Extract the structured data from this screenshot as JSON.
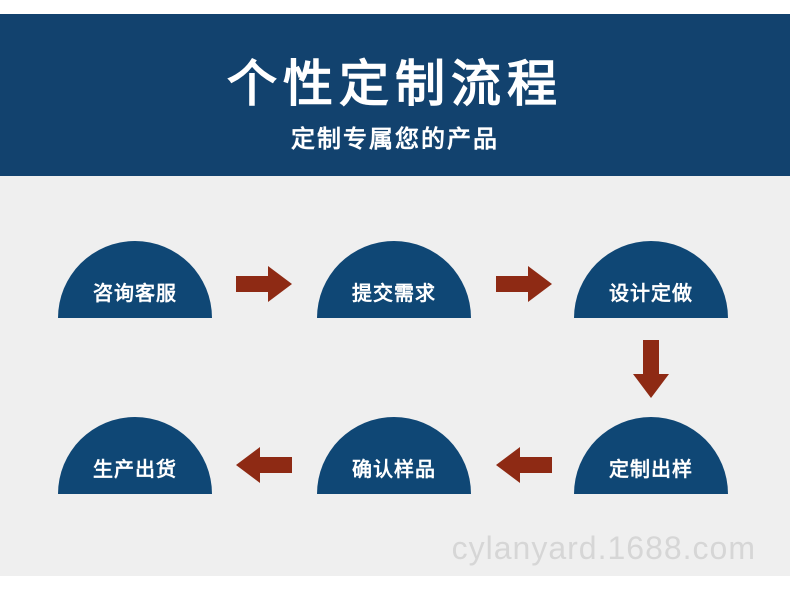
{
  "header": {
    "title": "个性定制流程",
    "subtitle": "定制专属您的产品"
  },
  "steps": [
    {
      "label": "咨询客服"
    },
    {
      "label": "提交需求"
    },
    {
      "label": "设计定做"
    },
    {
      "label": "定制出样"
    },
    {
      "label": "确认样品"
    },
    {
      "label": "生产出货"
    }
  ],
  "watermark": "cylanyard.1688.com",
  "colors": {
    "banner": "#12426e",
    "dome": "#0f4775",
    "arrow": "#8e2a14",
    "panel": "#efefef"
  },
  "icons": [
    "arrow-right-icon",
    "arrow-down-icon",
    "arrow-left-icon"
  ]
}
